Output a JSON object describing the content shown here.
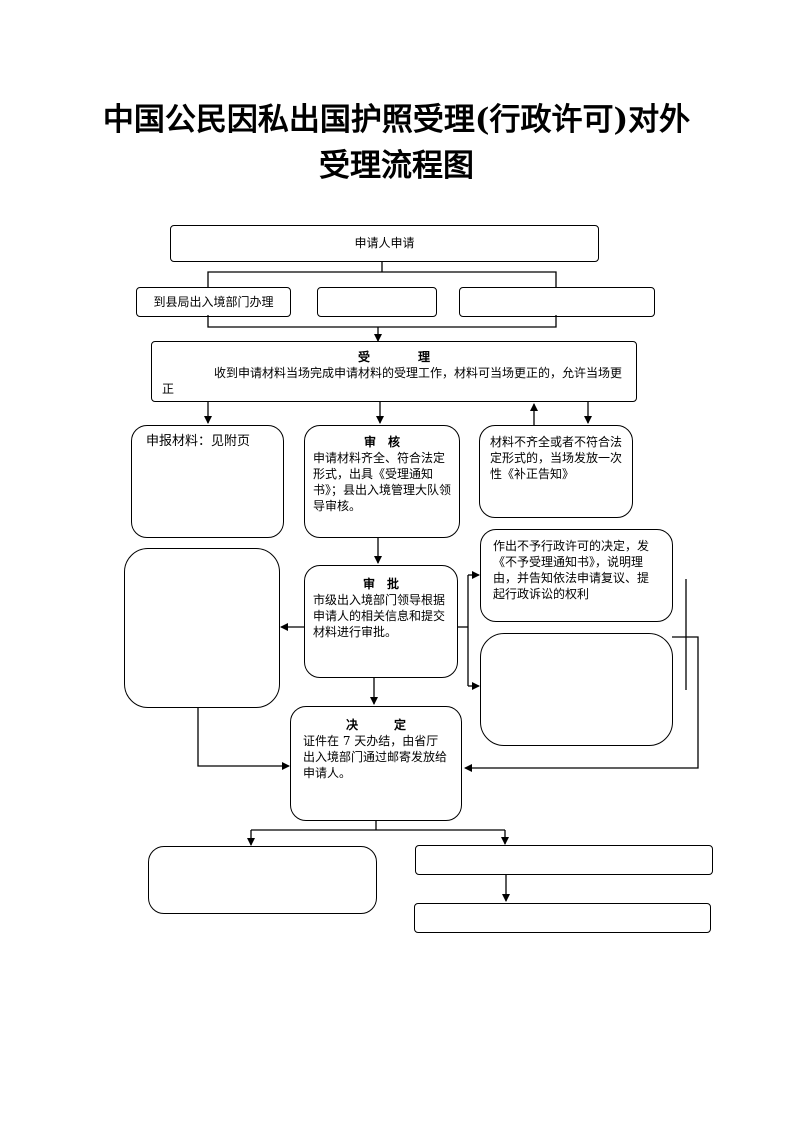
{
  "title": {
    "line1": "中国公民因私出国护照受理(行政许可)对外",
    "line2": "受理流程图"
  },
  "nodes": {
    "apply": "申请人申请",
    "county_office": "到县局出入境部门办理",
    "accept_head": "受　　　　理",
    "accept_body": "收到申请材料当场完成申请材料的受理工作，材料可当场更正的，允许当场更正",
    "materials": "申报材料：见附页",
    "review_head": "审　核",
    "review_body": "申请材料齐全、符合法定形式，出具《受理通知书》；县出入境管理大队领导审核。",
    "incomplete": "材料不齐全或者不符合法定形式的，当场发放一次性《补正告知》",
    "approve_head": "审　批",
    "approve_body": "市级出入境部门领导根据申请人的相关信息和提交材料进行审批。",
    "reject": "作出不予行政许可的决定，发《不予受理通知书》，说明理由，并告知依法申请复议、提起行政诉讼的权利",
    "decide_head": "决　　　定",
    "decide_body": "证件在 7 天办结，由省厅出入境部门通过邮寄发放给申请人。"
  }
}
